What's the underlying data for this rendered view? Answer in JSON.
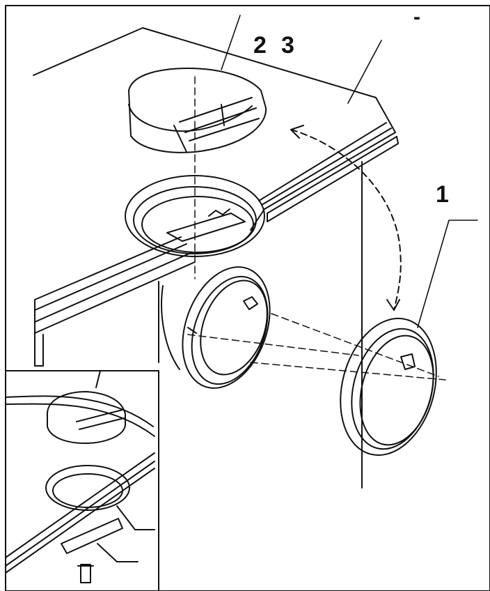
{
  "callouts": {
    "label_2": "2",
    "label_3": "3",
    "label_1": "1",
    "label_dash": "-"
  },
  "colors": {
    "line": "#111111",
    "background": "#ffffff"
  }
}
